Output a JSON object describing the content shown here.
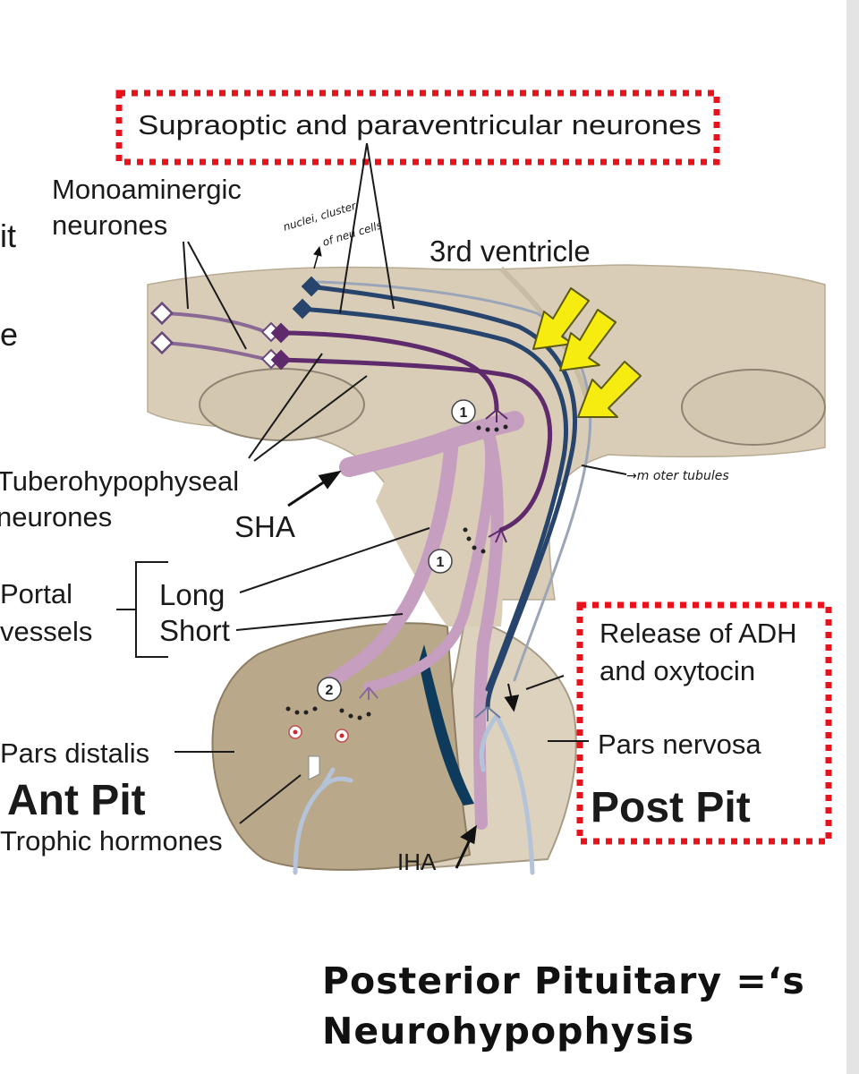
{
  "edge_fragments": {
    "line1": "it",
    "line2": "e"
  },
  "labels": {
    "supraoptic": "Supraoptic and paraventricular neurones",
    "monoaminergic_1": "Monoaminergic",
    "monoaminergic_2": "neurones",
    "nuclei_note_1": "nuclei, cluster",
    "nuclei_note_2": "of neu cells",
    "third_ventricle": "3rd ventricle",
    "tubero_1": "Tuberohypophyseal",
    "tubero_2": "neurones",
    "sha": "SHA",
    "microtubules_note": "→m oter tubules",
    "portal_1": "Portal",
    "portal_2": "vessels",
    "long": "Long",
    "short": "Short",
    "release_1": "Release of ADH",
    "release_2": "and oxytocin",
    "pars_nervosa": "Pars nervosa",
    "pars_distalis": "Pars distalis",
    "ant_pit": "Ant Pit",
    "post_pit": "Post Pit",
    "trophic": "Trophic hormones",
    "iha": "IHA",
    "marker_1a": "1",
    "marker_1b": "1",
    "marker_2": "2"
  },
  "caption": {
    "line1": "Posterior Pituitary =‘s",
    "line2": "Neurohypophysis"
  },
  "colors": {
    "tissue": "#d9cdb8",
    "anterior_lobe": "#b9a88a",
    "portal_vessel": "#c59ec0",
    "tubero_neuron": "#5e2a6c",
    "supraoptic_neuron": "#27446c",
    "highlight_box": "#e8121c",
    "arrow_yellow": "#f7ec0f"
  }
}
